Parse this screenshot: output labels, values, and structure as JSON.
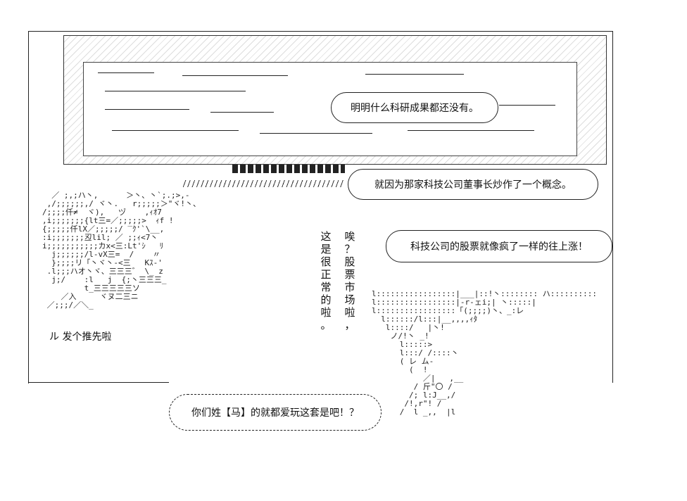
{
  "bubbles": {
    "top_screen": "明明什么科研成果都还没有。",
    "chairman": "就因为那家科技公司董事长炒作了一个概念。",
    "stock": "科技公司的股票就像疯了一样的往上涨！",
    "bottom": "你们姓【马】的就都爱玩这套是吧！？"
  },
  "vertical_left": [
    "这",
    "是",
    "很",
    "正",
    "常",
    "的",
    "啦",
    "。"
  ],
  "vertical_right": [
    "唉",
    "？",
    "股",
    "票",
    "市",
    "场",
    "啦",
    "，"
  ],
  "shout": "ル 发个推先啦",
  "art": {
    "left_figure": "  ／ ;,;ハ丶,      ＞丶、丶`;.;>,-\n ,/;;;;;;,/ ヾ丶.   r;;;;;＞\"ヾ!丶、\n/;;;;仟≠  ヾ),   ヅ    ,ｨｵ7\n,i;;;;;;;{lt三=／;;;;;>  ｨf !\n{;;;;;仟lX／;;;;;/ ‾ｸ'`\\__,\n:i;;;;;;;丒lil; ／ ;;ｨ<7丶\ni;;;;;;;;;;;カx<三:Lt'ｼ   ﾘ\n  j;;;;;;/l-vX三=  /    〃\n  };;;;リ「丶ヾ丶-<三   Kｽ-'\n .l;;;ハオ丶ヾ、三三三゛ \\_ z\n  j;/    :l   j  {;丶三三三_\n         t_三三三三三ソ\n    ／入     ヾヌ二三ニ\n ／;;;/／＼_",
    "right_figure": "l:::::::::::::::::|___|::!丶:::::::: ハ::::::::::\nl:::::::::::::::::|-r-ェi;| 丶:::::|\nl:::::::::::::::::「(;;;;)丶、_:レ\n  l::::::/l:::|__,,,,ｨﾀ\n   l::::/   |丶!\n    ノ/!丶 _!\n      l:::::> \n      l:::/ /::::丶\n      ( レ ム-\n        (  !\n           ／|   ,__\n         / 斤\"〇 /\n        /; l:J__,/\n       /!,r\"! /\n      /  l _,,  |l"
  }
}
